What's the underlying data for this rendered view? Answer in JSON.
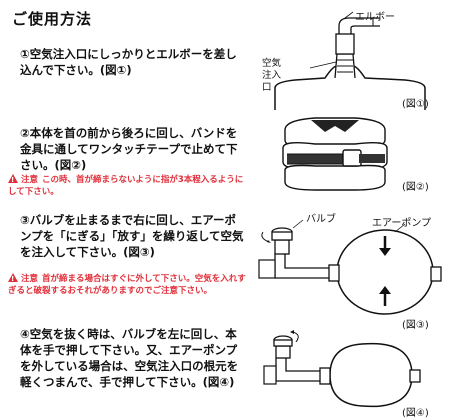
{
  "title": "ご使用方法",
  "steps": [
    {
      "text": "①空気注入口にしっかりとエルボーを差し込んで下さい。(図①)"
    },
    {
      "text": "②本体を首の前から後ろに回し、バンドを金具に通してワンタッチテープで止めて下さい。(図②)"
    },
    {
      "text": "③バルブを止まるまで右に回し、エアーポンプを「にぎる」「放す」を繰り返して空気を注入して下さい。(図③)"
    },
    {
      "text": "④空気を抜く時は、バルブを左に回し、本体を手で押して下さい。又、エアーポンプを外している場合は、空気注入口の根元を軽くつまんで、手で押して下さい。(図④)"
    }
  ],
  "warnings": [
    {
      "label": "注意",
      "text": "この時、首が締まらないように指が3本程入るようにして下さい。"
    },
    {
      "label": "注意",
      "text": "首が締まる場合はすぐに外して下さい。空気を入れすぎると破裂するおそれがありますのでご注意下さい。"
    }
  ],
  "figures": {
    "fig1": {
      "caption": "(図①)",
      "elbow_label": "エルボー",
      "inlet_label": "空気注入口"
    },
    "fig2": {
      "caption": "(図②)"
    },
    "fig3": {
      "caption": "(図③)",
      "valve_label": "バルブ",
      "pump_label": "エアーポンプ"
    },
    "fig4": {
      "caption": "(図④)"
    }
  },
  "colors": {
    "text": "#111111",
    "warning": "#e0303a",
    "figure_dark": "#222222"
  }
}
